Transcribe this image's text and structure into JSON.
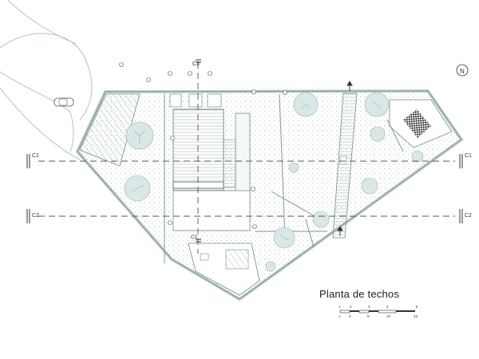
{
  "drawing": {
    "title": "Planta de techos",
    "north_label": "N",
    "scale_top_ticks": [
      "1",
      "2",
      "3",
      "4",
      "5"
    ],
    "scale_bottom_ticks": [
      "1",
      "3",
      "6",
      "10",
      "15"
    ]
  },
  "sections": {
    "c1_left": "C1",
    "c1_right": "C1",
    "c2_left": "C2",
    "c2_right": "C2",
    "c3_top": "C3",
    "c3_mid": "C3"
  },
  "colors": {
    "line": "#6f8f8c",
    "fill": "#eef4f3",
    "tree": "#d9e8e6",
    "dash": "#555555"
  }
}
